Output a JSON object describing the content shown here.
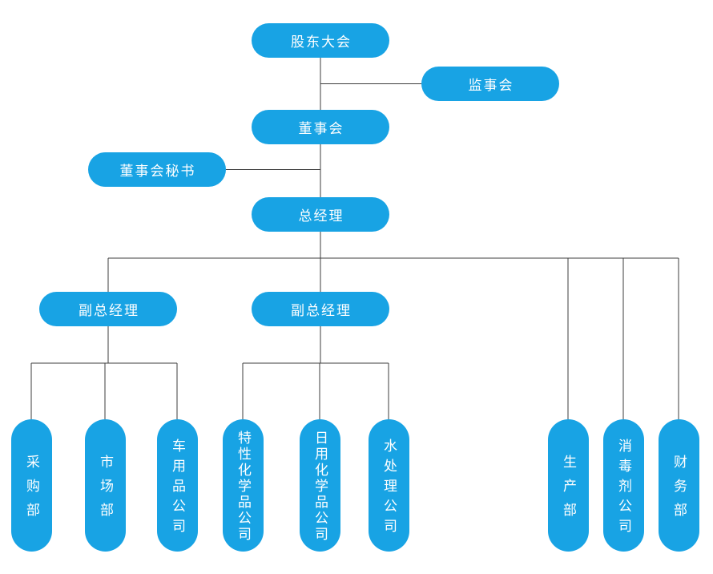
{
  "diagram": {
    "type": "org-chart",
    "colors": {
      "node_fill": "#18a3e4",
      "node_text": "#ffffff",
      "connector": "#3d3d3d",
      "background": "#ffffff"
    },
    "nodes": {
      "shareholders_meeting": "股东大会",
      "supervisory_board": "监事会",
      "board_of_directors": "董事会",
      "board_secretary": "董事会秘书",
      "general_manager": "总经理",
      "deputy_gm_left": "副总经理",
      "deputy_gm_right": "副总经理"
    },
    "leaves": [
      "采购部",
      "市场部",
      "车用品公司",
      "特性化学品公司",
      "日用化学品公司",
      "水处理公司",
      "生产部",
      "消毒剂公司",
      "财务部"
    ],
    "hierarchy": {
      "股东大会": [
        "董事会",
        "监事会"
      ],
      "董事会": [
        "总经理",
        "董事会秘书"
      ],
      "总经理": [
        "副总经理(左)",
        "副总经理(右)",
        "生产部",
        "消毒剂公司",
        "财务部"
      ],
      "副总经理(左)": [
        "采购部",
        "市场部",
        "车用品公司"
      ],
      "副总经理(右)": [
        "特性化学品公司",
        "日用化学品公司",
        "水处理公司"
      ]
    }
  }
}
